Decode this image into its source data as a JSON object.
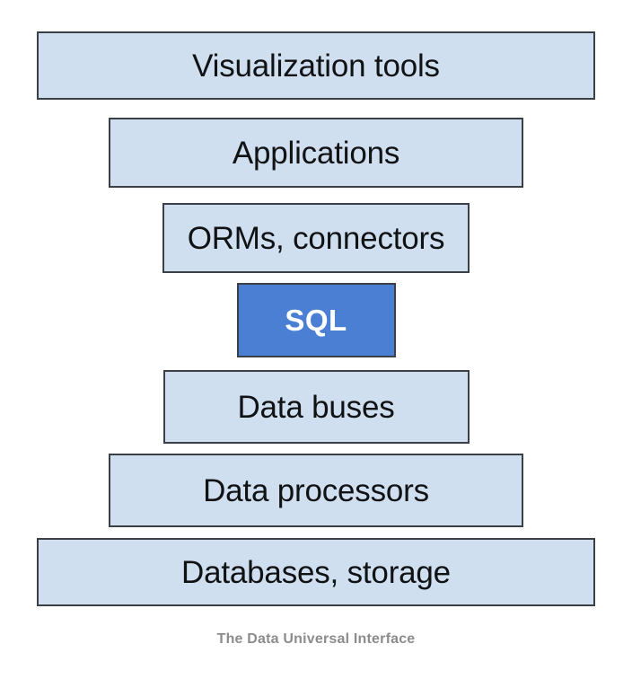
{
  "diagram": {
    "title": "The Data Universal Interface",
    "caption": "The Data Universal Interface",
    "background_color": "#ffffff",
    "layers": [
      {
        "label": "Visualization tools",
        "fill": "#cfdff0",
        "border": "#3a4045",
        "text_color": "#101214",
        "highlight": false
      },
      {
        "label": "Applications",
        "fill": "#cfdff0",
        "border": "#3a4045",
        "text_color": "#101214",
        "highlight": false
      },
      {
        "label": "ORMs, connectors",
        "fill": "#cfdff0",
        "border": "#3a4045",
        "text_color": "#101214",
        "highlight": false
      },
      {
        "label": "SQL",
        "fill": "#4a7fd4",
        "border": "#3a4045",
        "text_color": "#ffffff",
        "highlight": true
      },
      {
        "label": "Data buses",
        "fill": "#cfdff0",
        "border": "#3a4045",
        "text_color": "#101214",
        "highlight": false
      },
      {
        "label": "Data processors",
        "fill": "#cfdff0",
        "border": "#3a4045",
        "text_color": "#101214",
        "highlight": false
      },
      {
        "label": "Databases, storage",
        "fill": "#cfdff0",
        "border": "#3a4045",
        "text_color": "#101214",
        "highlight": false
      }
    ]
  }
}
